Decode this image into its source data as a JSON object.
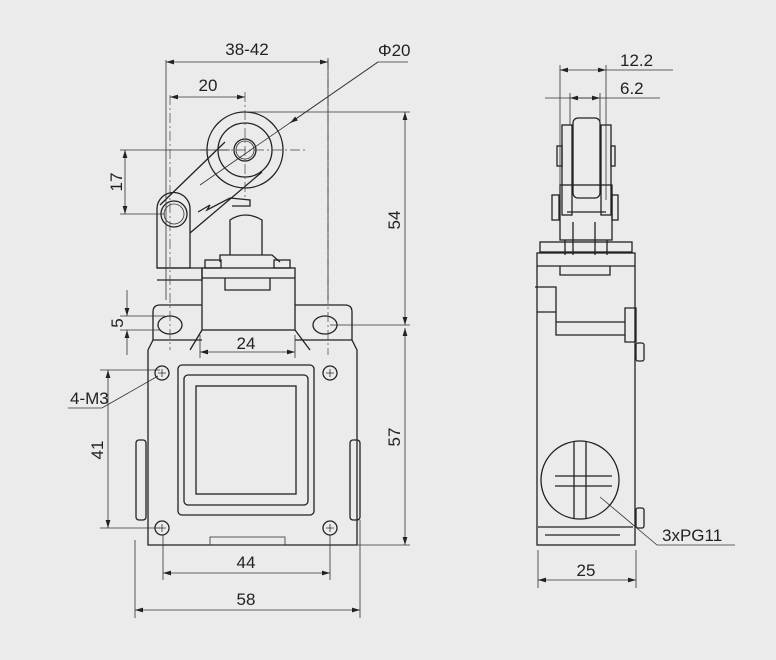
{
  "drawing": {
    "front_view": {
      "dim_overall_arm_width": "38-42",
      "dim_arm_offset": "20",
      "dim_roller_diameter": "Φ20",
      "dim_arm_height": "17",
      "dim_top_height": "54",
      "dim_hole_slot": "5",
      "dim_head_width": "24",
      "dim_screws": "4-M3",
      "dim_screw_vertical": "41",
      "dim_body_height": "57",
      "dim_screw_horizontal": "44",
      "dim_body_width": "58"
    },
    "side_view": {
      "dim_roller_outer": "12.2",
      "dim_roller_inner": "6.2",
      "dim_depth": "25",
      "cable_entry_label": "3xPG11"
    },
    "colors": {
      "background": "#ebebeb",
      "line": "#222222"
    }
  }
}
